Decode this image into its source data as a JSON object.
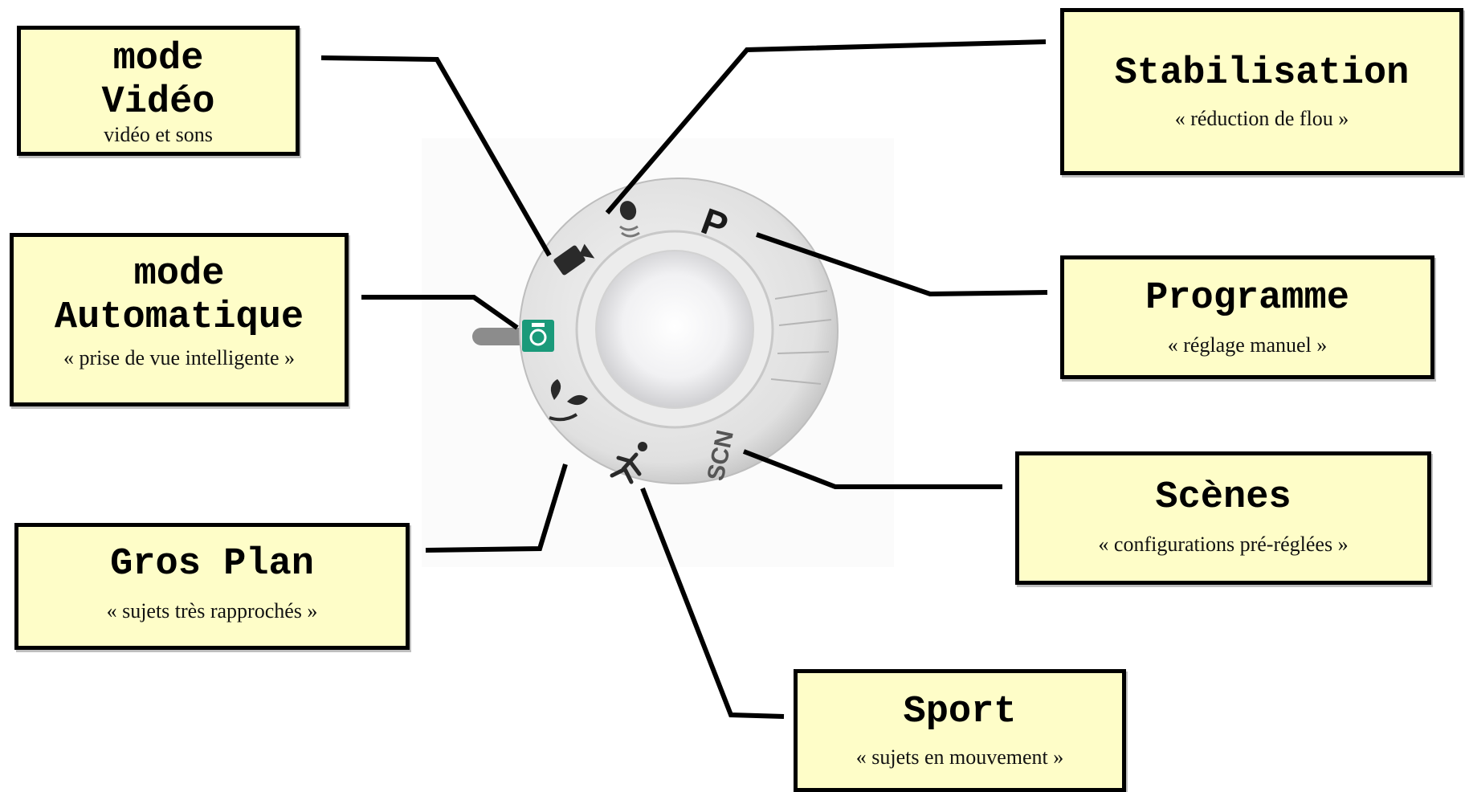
{
  "labels": {
    "video": {
      "title1": "mode",
      "title2": "Vidéo",
      "subtitle": "vidéo et sons"
    },
    "auto": {
      "title1": "mode",
      "title2": "Automatique",
      "subtitle": "«  prise de vue intelligente  »"
    },
    "closeup": {
      "title": "Gros Plan",
      "subtitle": "«  sujets très rapprochés  »"
    },
    "stab": {
      "title": "Stabilisation",
      "subtitle": "«  réduction de flou  »"
    },
    "program": {
      "title": "Programme",
      "subtitle": "«  réglage manuel »"
    },
    "scenes": {
      "title": "Scènes",
      "subtitle": "«  configurations pré-réglées  »"
    },
    "sport": {
      "title": "Sport",
      "subtitle": "«  sujets en mouvement  »"
    }
  },
  "dial": {
    "mark_p": "P",
    "mark_scn": "SCN",
    "colors": {
      "box_bg": "#fefdc8",
      "auto_mode": "#1a9a7a",
      "dial": "#e6e6e6"
    }
  }
}
